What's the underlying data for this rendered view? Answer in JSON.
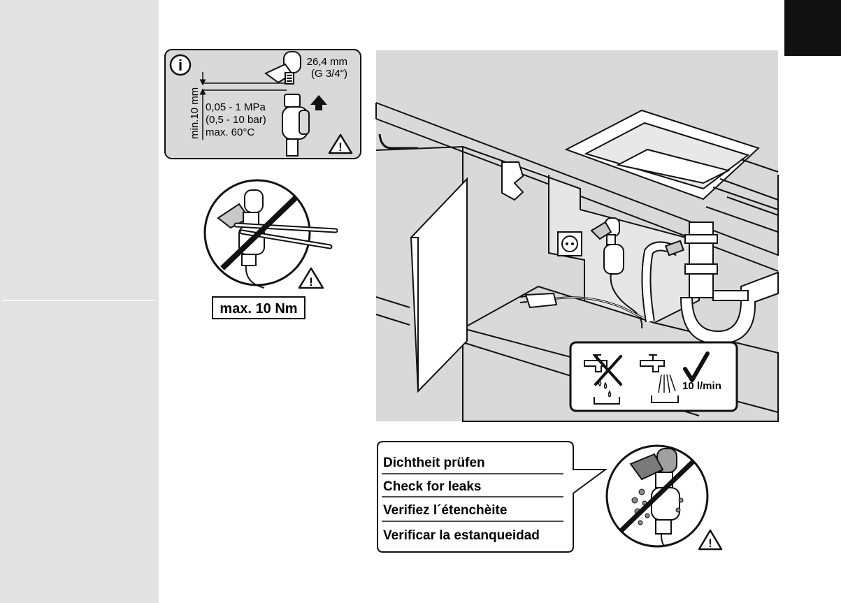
{
  "colors": {
    "sidebar": "#e2e2e2",
    "panel": "#d9d9d9",
    "ink": "#111111",
    "corner_tab": "#111111"
  },
  "icons": [
    "info-icon",
    "warning-icon",
    "faucet-icon",
    "check-icon",
    "cross-icon",
    "power-plug-icon",
    "socket-icon"
  ],
  "info_panel": {
    "info_glyph": "i",
    "thread_size": "26,4 mm",
    "thread_standard": "(G 3/4\")",
    "min_distance": "min.10 mm",
    "pressure_mpa": "0,05 - 1 MPa",
    "pressure_bar": "(0,5 - 10 bar)",
    "max_temp": "max. 60°C"
  },
  "torque": {
    "label": "max. 10 Nm"
  },
  "flow": {
    "rate": "10 l/min"
  },
  "leak_check": {
    "lines": [
      "Dichtheit prüfen",
      "Check for leaks",
      "Verifiez l´étenchèite",
      "Verificar la estanqueidad"
    ]
  }
}
